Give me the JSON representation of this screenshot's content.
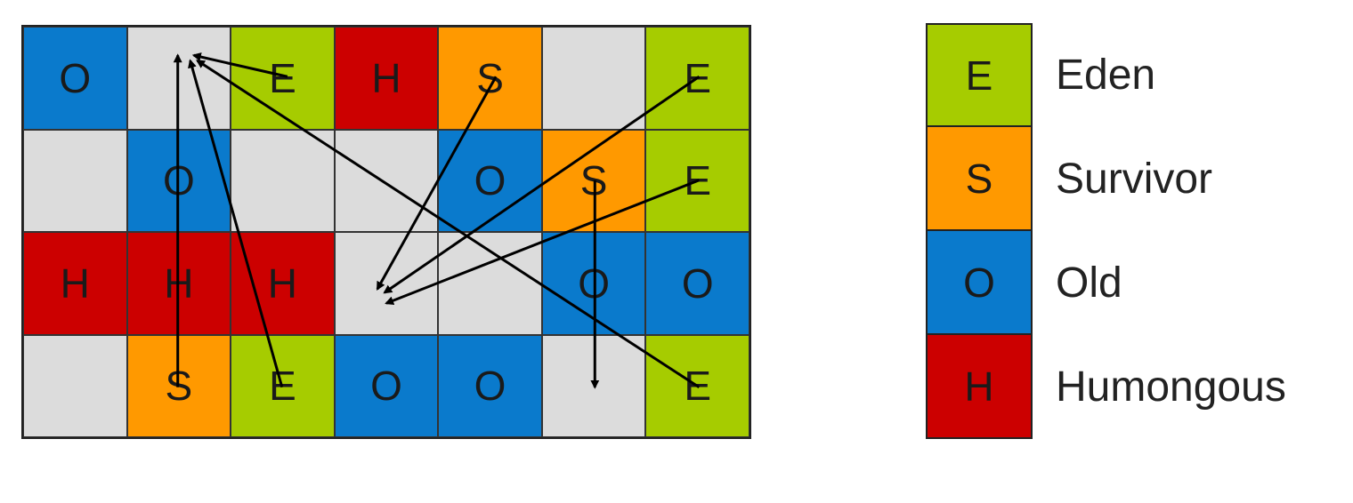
{
  "colors": {
    "E": "#a6cc00",
    "S": "#ff9900",
    "O": "#0a7acc",
    "H": "#cc0000",
    "free": "#dcdcdc",
    "arrow": "#000000"
  },
  "grid": [
    [
      "O",
      "",
      "E",
      "H",
      "S",
      "",
      "E"
    ],
    [
      "",
      "O",
      "",
      "",
      "O",
      "S",
      "E"
    ],
    [
      "H",
      "H",
      "H",
      "",
      "",
      "O",
      "O"
    ],
    [
      "",
      "S",
      "E",
      "O",
      "O",
      "",
      "E"
    ]
  ],
  "legend": [
    {
      "code": "E",
      "label": "Eden"
    },
    {
      "code": "S",
      "label": "Survivor"
    },
    {
      "code": "O",
      "label": "Old"
    },
    {
      "code": "H",
      "label": "Humongous"
    }
  ],
  "arrows": [
    {
      "from": [
        0,
        2
      ],
      "to": [
        0,
        1
      ]
    },
    {
      "from": [
        3,
        1
      ],
      "to": [
        0,
        1
      ]
    },
    {
      "from": [
        3,
        2
      ],
      "to": [
        0,
        1
      ]
    },
    {
      "from": [
        3,
        6
      ],
      "to": [
        0,
        1
      ]
    },
    {
      "from": [
        0,
        4
      ],
      "to": [
        2,
        3
      ]
    },
    {
      "from": [
        0,
        6
      ],
      "to": [
        2,
        3
      ]
    },
    {
      "from": [
        1,
        6
      ],
      "to": [
        2,
        3
      ]
    },
    {
      "from": [
        1,
        5
      ],
      "to": [
        3,
        5
      ]
    }
  ]
}
